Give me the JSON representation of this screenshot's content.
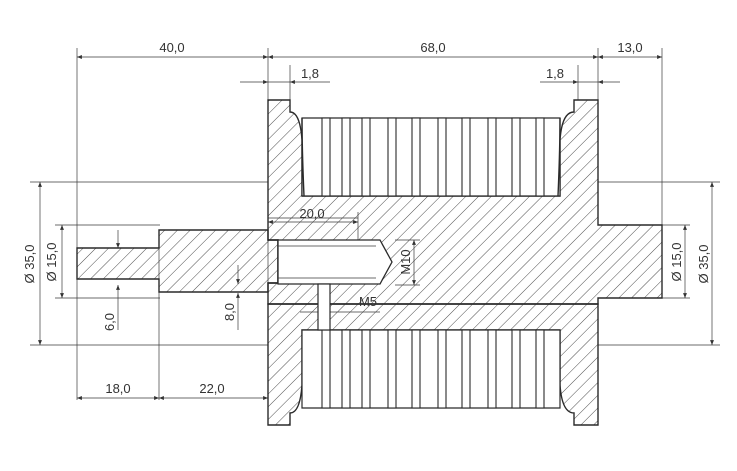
{
  "dimensions": {
    "top_overall_left": "40,0",
    "top_overall_mid": "68,0",
    "top_overall_right": "13,0",
    "flange_left": "1,8",
    "flange_right": "1,8",
    "bore_depth": "20,0",
    "thread_m10": "M10",
    "thread_m5": "M5",
    "dia_left_outer": "Ø 35,0",
    "dia_left_inner": "Ø 15,0",
    "dia_right_inner": "Ø 15,0",
    "dia_right_outer": "Ø 35,0",
    "small_6": "6,0",
    "small_8": "8,0",
    "bottom_left": "18,0",
    "bottom_mid": "22,0"
  }
}
